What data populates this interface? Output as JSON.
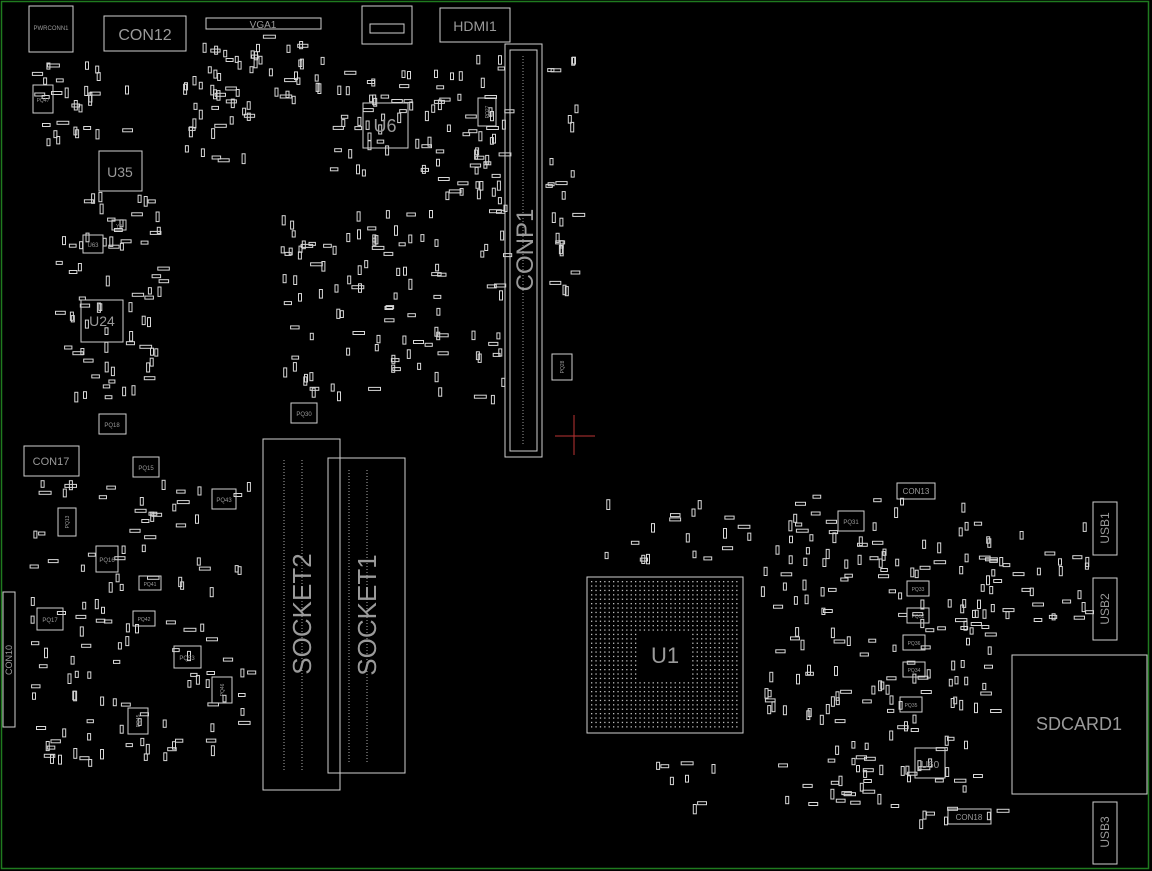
{
  "board": {
    "outline_color": "#1f7a1f",
    "background": "#000000",
    "stroke_color": "#d0d0d0"
  },
  "labels": {
    "pwrconn": "PWRCONN1",
    "con12": "CON12",
    "vga": "VGA1",
    "hdmi": "HDMI1",
    "u6": "U6",
    "u35": "U35",
    "u24": "U24",
    "u63": "U63",
    "conp1": "CONP1",
    "con17": "CON17",
    "con10": "CON10",
    "socket1": "SOCKET1",
    "socket2": "SOCKET2",
    "u1": "U1",
    "u60": "U60",
    "sdcard": "SDCARD1",
    "usb1": "USB1",
    "usb2": "USB2",
    "usb3": "USB3",
    "con13": "CON13",
    "con18": "CON18",
    "pq18": "PQ18",
    "pq15": "PQ15",
    "pq43": "PQ43",
    "pq30": "PQ30",
    "pq16": "PQ16",
    "pq17": "PQ17",
    "pq41": "PQ41",
    "pq42": "PQ42",
    "pq53": "PQ53",
    "pq13": "PQ13",
    "pq46": "PQ46",
    "pq45": "PQ45",
    "pq47": "PQ47",
    "pq27": "PQ27",
    "pq28": "PQ28",
    "pq31": "PQ31",
    "pq33": "PQ33",
    "pq32": "PQ32",
    "pq36": "PQ36",
    "pq34": "PQ34",
    "pq35": "PQ35",
    "y2": "Y2"
  }
}
